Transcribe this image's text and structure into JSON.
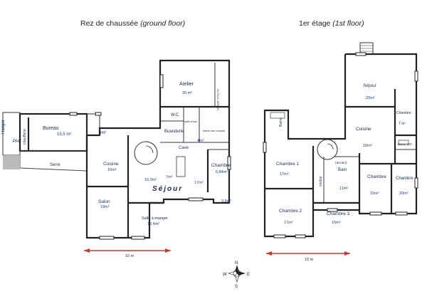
{
  "titles": {
    "ground_fr": "Rez de chaussée",
    "ground_en": "(ground floor)",
    "first_fr": "1er étage",
    "first_en": "(1st floor)"
  },
  "ground_rooms": {
    "hangar": "Hangar",
    "chaufferie": "chaufferie",
    "pac": "PAC",
    "bureau": "Bureau",
    "bureau_area": "15,5 m²",
    "small_area": "3m²",
    "serre": "Serre",
    "cuisine": "Cuisine",
    "cuisine_area": "10m²",
    "salon": "Salon",
    "salon_area": "19m²",
    "salle_manger": "Salle à manger",
    "salle_manger_area": "12,4m²",
    "atelier": "Atelier",
    "atelier_area": "20 m²",
    "wc": "W.C",
    "salle_eau": "salle d'eau",
    "buanderie": "Buanderie",
    "ballon": "ballon eau chaude",
    "outils": "OUTILS JARDIN",
    "cave": "Cave",
    "cave_area": "4m²",
    "chambre": "Chambre",
    "chambre_area": "6,84m²",
    "sejour": "Séjour",
    "area_163": "16,3m²",
    "area_7": "7m²",
    "area_17": "17m²",
    "area_38": "3,8m²",
    "scale": "10 m"
  },
  "first_rooms": {
    "sejour": "Séjour",
    "sejour_area": "20m²",
    "chambre_top": "Chambre",
    "cuisine": "Cuisine",
    "cuisine_area": "18m²",
    "area_7": "7 m²",
    "bains_wc": "Bains WC",
    "bains": "Bains",
    "chambre1": "Chambre 1",
    "chambre1_area": "17m²",
    "couloir": "couloir",
    "ancien": "(ancien)",
    "bain": "Bain",
    "bain_area": "11m²",
    "chambre_mid": "Chambre",
    "chambre_mid_area": "15m²",
    "chambre_right": "Chambre",
    "chambre_right_area": "20m²",
    "chambre2": "Chambre 2",
    "chambre2_area": "17m²",
    "chambre3": "Chambre 3",
    "chambre3_area": "15m²",
    "scale": "10 m"
  },
  "compass": {
    "n": "N",
    "s": "S",
    "e": "E",
    "w": "W"
  },
  "colors": {
    "wall": "#222222",
    "label": "#1a2a55",
    "scale": "#c0392b",
    "hatch": "#bbbbbb"
  }
}
